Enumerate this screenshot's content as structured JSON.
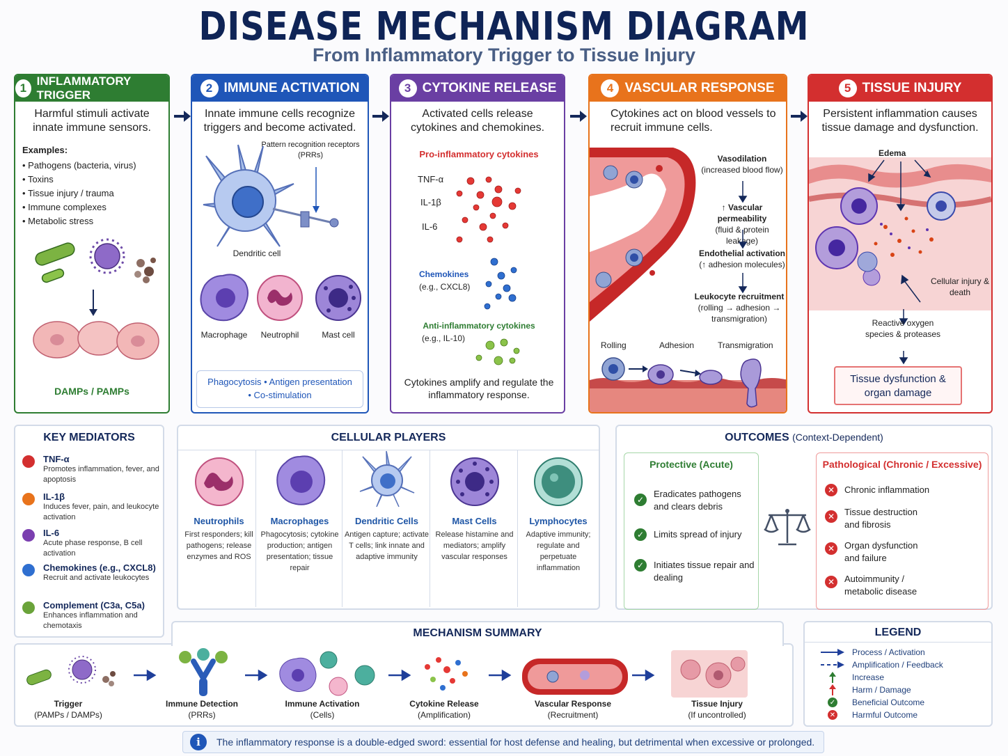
{
  "header": {
    "title": "DISEASE MECHANISM DIAGRAM",
    "subtitle": "From Inflammatory Trigger to Tissue Injury"
  },
  "colors": {
    "trigger": "#2e7d32",
    "immune": "#1f56b8",
    "cytokine": "#6a3fa3",
    "vascular": "#e8731c",
    "tissue": "#d32f2f",
    "navy": "#14285a"
  },
  "stages": [
    {
      "num": "1",
      "title": "INFLAMMATORY TRIGGER",
      "desc": "Harmful stimuli activate innate immune sensors.",
      "examples_label": "Examples:",
      "examples": [
        "Pathogens (bacteria, virus)",
        "Toxins",
        "Tissue injury / trauma",
        "Immune complexes",
        "Metabolic stress"
      ],
      "footer": "DAMPs / PAMPs"
    },
    {
      "num": "2",
      "title": "IMMUNE ACTIVATION",
      "desc": "Innate immune cells recognize triggers and become activated.",
      "prr_label": "Pattern recognition receptors (PRRs)",
      "dendritic_label": "Dendritic cell",
      "cells": [
        "Macrophage",
        "Neutrophil",
        "Mast cell"
      ],
      "functions_line1": "Phagocytosis  •  Antigen presentation",
      "functions_line2": "•  Co-stimulation"
    },
    {
      "num": "3",
      "title": "CYTOKINE RELEASE",
      "desc": "Activated cells release cytokines and chemokines.",
      "pro_label": "Pro-inflammatory cytokines",
      "pro_items": [
        "TNF-α",
        "IL-1β",
        "IL-6"
      ],
      "chemokines_label": "Chemokines",
      "chemokines_example": "(e.g., CXCL8)",
      "anti_label": "Anti-inflammatory cytokines",
      "anti_example": "(e.g., IL-10)",
      "footer": "Cytokines amplify and regulate the inflammatory response."
    },
    {
      "num": "4",
      "title": "VASCULAR RESPONSE",
      "desc": "Cytokines act on blood vessels to recruit immune cells.",
      "steps": [
        {
          "title": "Vasodilation",
          "detail": "(increased blood flow)"
        },
        {
          "title": "↑ Vascular permeability",
          "detail": "(fluid & protein leakage)"
        },
        {
          "title": "Endothelial activation",
          "detail": "(↑ adhesion molecules)"
        },
        {
          "title": "Leukocyte recruitment",
          "detail": "(rolling → adhesion → transmigration)"
        }
      ],
      "phases": [
        "Rolling",
        "Adhesion",
        "Transmigration"
      ]
    },
    {
      "num": "5",
      "title": "TISSUE INJURY",
      "desc": "Persistent inflammation causes tissue damage and dysfunction.",
      "edema": "Edema",
      "cell_injury": "Cellular injury & death",
      "ros": "Reactive oxygen species & proteases",
      "result": "Tissue dysfunction & organ damage"
    }
  ],
  "key_mediators": {
    "title": "KEY MEDIATORS",
    "items": [
      {
        "name": "TNF-α",
        "desc": "Promotes inflammation, fever, and apoptosis",
        "color": "#d32f2f"
      },
      {
        "name": "IL-1β",
        "desc": "Induces fever, pain, and leukocyte activation",
        "color": "#e8731c"
      },
      {
        "name": "IL-6",
        "desc": "Acute phase response, B cell activation",
        "color": "#7b3fb0"
      },
      {
        "name": "Chemokines (e.g., CXCL8)",
        "desc": "Recruit and activate leukocytes",
        "color": "#2f6fd0"
      },
      {
        "name": "Complement (C3a, C5a)",
        "desc": "Enhances inflammation and chemotaxis",
        "color": "#6aa33a"
      }
    ]
  },
  "cellular_players": {
    "title": "CELLULAR PLAYERS",
    "cells": [
      {
        "name": "Neutrophils",
        "desc": "First responders; kill pathogens; release enzymes and ROS"
      },
      {
        "name": "Macrophages",
        "desc": "Phagocytosis; cytokine production; antigen presentation; tissue repair"
      },
      {
        "name": "Dendritic Cells",
        "desc": "Antigen capture; activate T cells; link innate and adaptive immunity"
      },
      {
        "name": "Mast Cells",
        "desc": "Release histamine and mediators; amplify vascular responses"
      },
      {
        "name": "Lymphocytes",
        "desc": "Adaptive immunity; regulate and perpetuate inflammation"
      }
    ]
  },
  "outcomes": {
    "title": "OUTCOMES",
    "title_note": "(Context-Dependent)",
    "protective_title": "Protective (Acute)",
    "protective": [
      "Eradicates pathogens and clears debris",
      "Limits spread of injury",
      "Initiates tissue repair and dealing"
    ],
    "pathological_title": "Pathological (Chronic / Excessive)",
    "pathological": [
      "Chronic inflammation",
      "Tissue destruction and fibrosis",
      "Organ dysfunction and failure",
      "Autoimmunity / metabolic disease"
    ]
  },
  "summary": {
    "title": "MECHANISM SUMMARY",
    "steps": [
      {
        "name": "Trigger",
        "sub": "(PAMPs / DAMPs)"
      },
      {
        "name": "Immune Detection",
        "sub": "(PRRs)"
      },
      {
        "name": "Immune Activation",
        "sub": "(Cells)"
      },
      {
        "name": "Cytokine Release",
        "sub": "(Amplification)"
      },
      {
        "name": "Vascular Response",
        "sub": "(Recruitment)"
      },
      {
        "name": "Tissue Injury",
        "sub": "(If uncontrolled)"
      }
    ]
  },
  "legend": {
    "title": "LEGEND",
    "items": [
      "Process / Activation",
      "Amplification / Feedback",
      "Increase",
      "Harm / Damage",
      "Beneficial Outcome",
      "Harmful Outcome"
    ]
  },
  "footer_note": "The inflammatory response is a double-edged sword: essential for host defense and healing, but detrimental when excessive or prolonged."
}
